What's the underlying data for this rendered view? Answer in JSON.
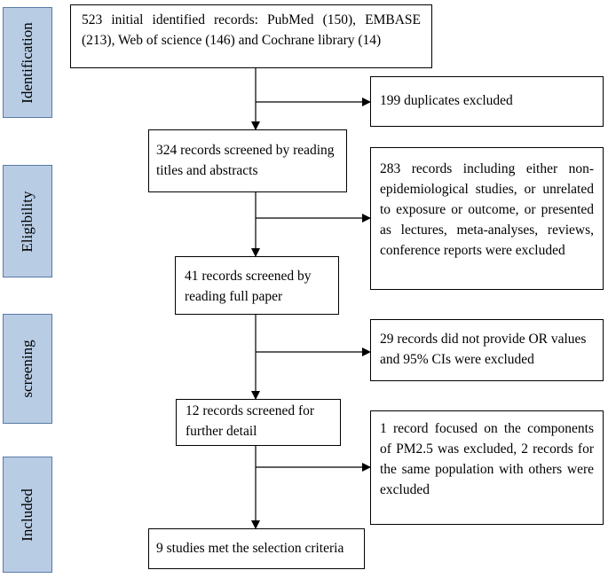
{
  "stages": [
    {
      "label": "Identification"
    },
    {
      "label": "Eligibility"
    },
    {
      "label": "screening"
    },
    {
      "label": "Included"
    }
  ],
  "boxes": {
    "identified": "523 initial identified records: PubMed (150), EMBASE (213), Web of science (146) and Cochrane library (14)",
    "duplicates": "199 duplicates excluded",
    "screened_titles": "324 records screened by reading titles and abstracts",
    "excluded_titles": "283 records including either non-epidemiological studies, or unrelated to exposure or outcome, or presented as lectures, meta-analyses, reviews, conference reports were excluded",
    "screened_full": "41 records screened by reading full paper",
    "excluded_or": "29 records did not provide OR values and 95% CIs were excluded",
    "screened_detail": "12 records screened for further detail",
    "excluded_detail": "1 record focused on the components of PM2.5 was excluded, 2 records for the same population with others were excluded",
    "included": "9 studies met the selection criteria"
  },
  "colors": {
    "stage_fill": "#b8cce4",
    "stage_border": "#5a7aa6",
    "line": "#000000"
  }
}
